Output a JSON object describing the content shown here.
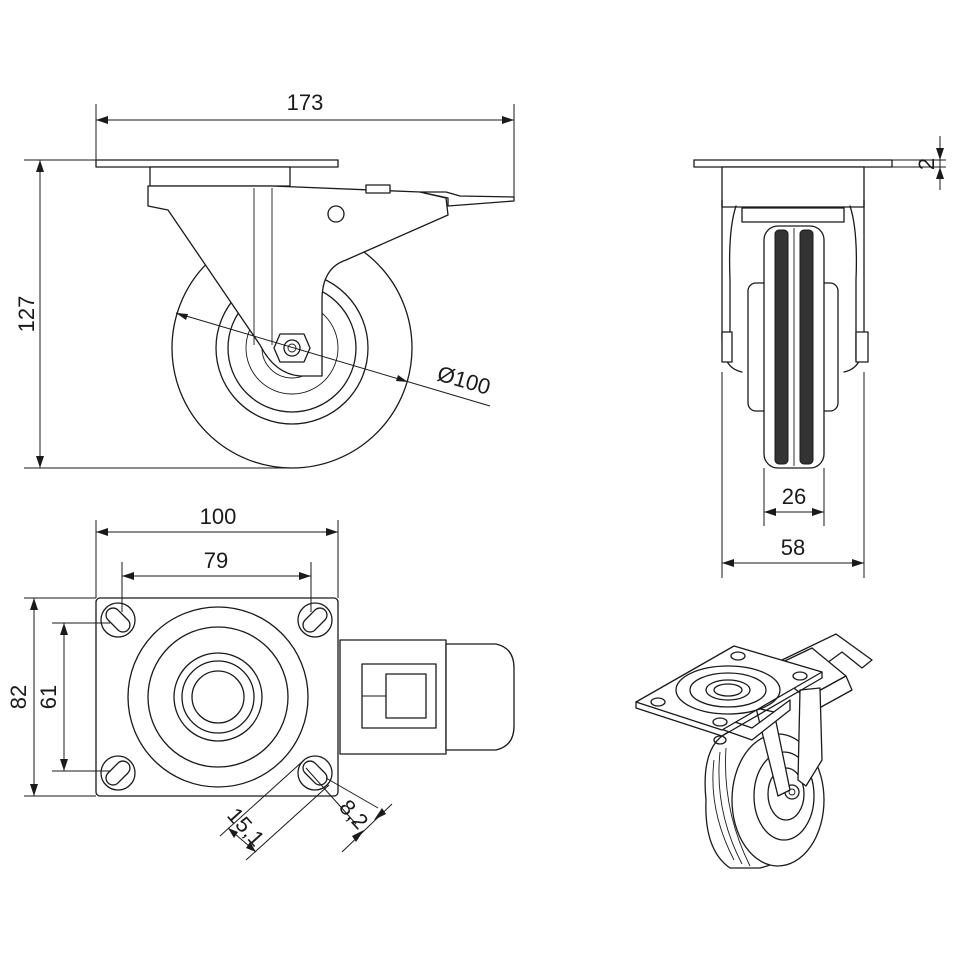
{
  "dimensions": {
    "overall_width": "173",
    "overall_height": "127",
    "wheel_diameter": "Ø100",
    "plate_thickness": "2",
    "wheel_width": "26",
    "bracket_width": "58",
    "plate_width": "100",
    "hole_spacing_x": "79",
    "plate_depth": "82",
    "hole_spacing_y": "61",
    "slot_length": "15,1",
    "slot_width": "8,2"
  },
  "colors": {
    "line": "#1a1a1a",
    "background": "#ffffff"
  }
}
